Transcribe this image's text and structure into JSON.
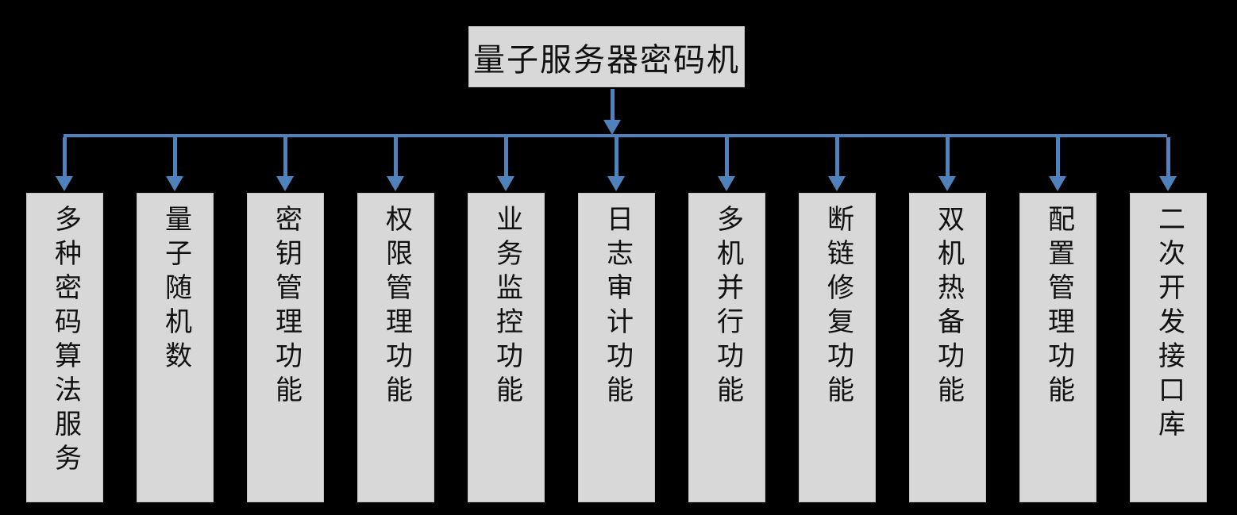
{
  "diagram": {
    "type": "tree",
    "root": {
      "label": "量子服务器密码机"
    },
    "children": [
      {
        "label": "多种密码算法服务"
      },
      {
        "label": "量子随机数"
      },
      {
        "label": "密钥管理功能"
      },
      {
        "label": "权限管理功能"
      },
      {
        "label": "业务监控功能"
      },
      {
        "label": "日志审计功能"
      },
      {
        "label": "多机并行功能"
      },
      {
        "label": "断链修复功能"
      },
      {
        "label": "双机热备功能"
      },
      {
        "label": "配置管理功能"
      },
      {
        "label": "二次开发接口库"
      }
    ],
    "colors": {
      "background": "#000000",
      "box_fill": "#d8d8d8",
      "box_border": "#c4c4c4",
      "connector": "#4f81bd",
      "text": "#111111"
    }
  }
}
